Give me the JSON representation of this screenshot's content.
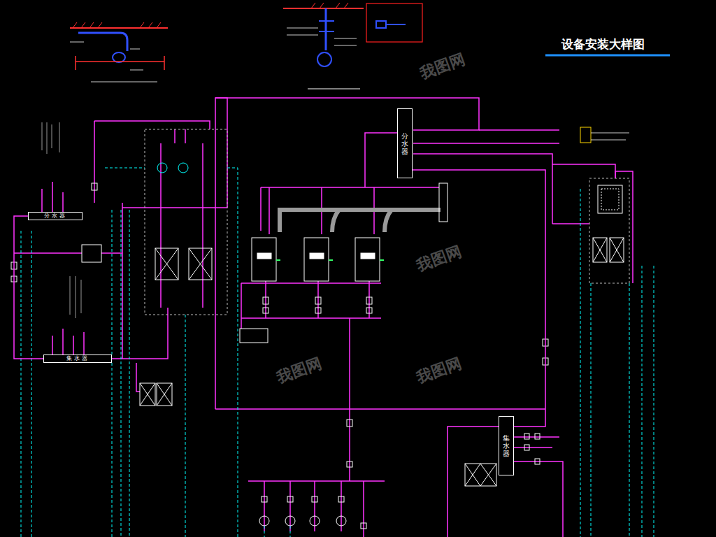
{
  "diagram": {
    "title": "设备安装大样图",
    "nodes": [
      {
        "text": [
          "分水器"
        ]
      },
      {
        "text": [
          "分水器"
        ]
      },
      {
        "text": [
          "集水器"
        ]
      },
      {
        "text": [
          "集水器"
        ]
      }
    ],
    "edges": [
      {
        "from": 0,
        "to": 3,
        "arrow": "none"
      },
      {
        "from": 1,
        "to": 2,
        "arrow": "none"
      }
    ],
    "labels": [
      "我图网",
      "我图网",
      "我图网",
      "我图网"
    ]
  }
}
